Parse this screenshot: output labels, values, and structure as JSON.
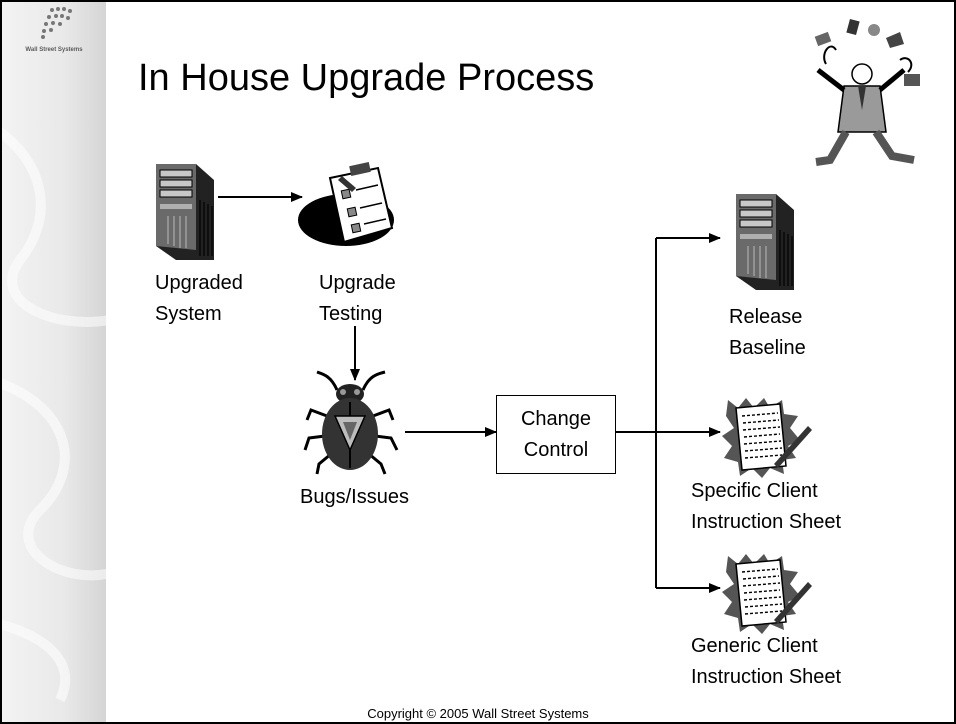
{
  "slide": {
    "title": "In House Upgrade Process",
    "brand_text": "Wall Street Systems",
    "copyright": "Copyright © 2005 Wall Street Systems"
  },
  "nodes": {
    "upgraded_system": {
      "line1": "Upgraded",
      "line2": "System",
      "icon": "server-tower-icon"
    },
    "upgrade_testing": {
      "line1": "Upgrade",
      "line2": "Testing",
      "icon": "clipboard-checklist-icon"
    },
    "bugs_issues": {
      "line1": "Bugs/Issues",
      "icon": "beetle-bug-icon"
    },
    "change_control": {
      "line1": "Change",
      "line2": "Control"
    },
    "release_baseline": {
      "line1": "Release",
      "line2": "Baseline",
      "icon": "server-tower-icon"
    },
    "specific_sheet": {
      "line1": "Specific Client",
      "line2": "Instruction Sheet",
      "icon": "document-pen-icon"
    },
    "generic_sheet": {
      "line1": "Generic Client",
      "line2": "Instruction Sheet",
      "icon": "document-pen-icon"
    }
  },
  "decor": {
    "juggler_icon": "juggling-businessman-icon",
    "logo_icon": "company-logo-icon"
  },
  "colors": {
    "sidebar": "#e6e6e6",
    "border": "#000000",
    "ink": "#000000",
    "accent_gray": "#808080"
  }
}
